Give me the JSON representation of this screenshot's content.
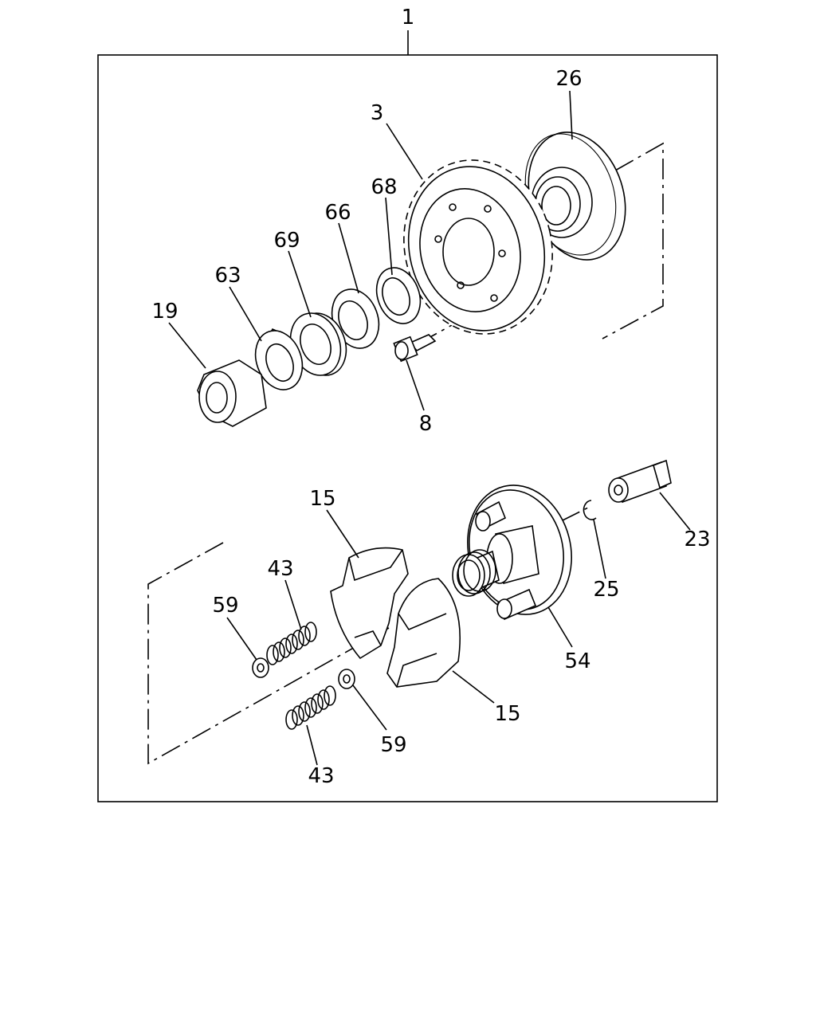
{
  "diagram": {
    "callouts": {
      "c1": "1",
      "c26": "26",
      "c3": "3",
      "c68": "68",
      "c66": "66",
      "c69": "69",
      "c63": "63",
      "c19": "19",
      "c8": "8",
      "c15a": "15",
      "c43a": "43",
      "c59a": "59",
      "c25": "25",
      "c23": "23",
      "c54": "54",
      "c15b": "15",
      "c59b": "59",
      "c43b": "43"
    }
  }
}
